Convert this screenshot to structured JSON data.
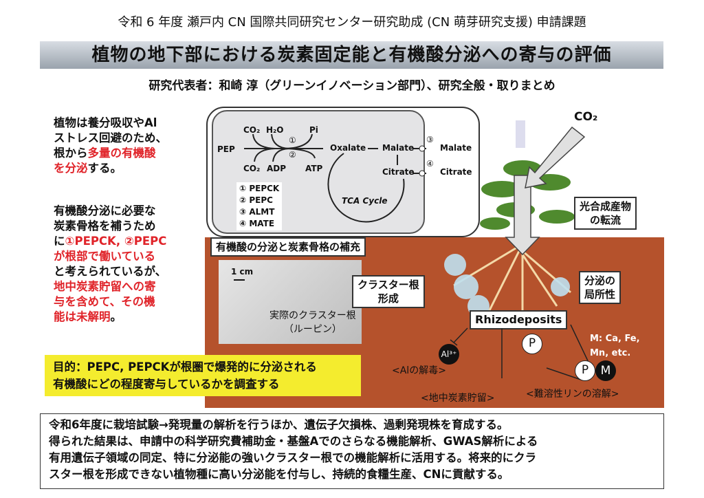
{
  "header": "令和 6 年度 瀬戸内 CN 国際共同研究センター研究助成 (CN 萌芽研究支援) 申請課題",
  "title": "植物の地下部における炭素固定能と有機酸分泌への寄与の評価",
  "subtitle": "研究代表者：和崎 淳（グリーンイノベーション部門）、研究全般・取りまとめ",
  "left": {
    "p1a": "植物は養分吸収やAl",
    "p1b": "ストレス回避のため、",
    "p1c": "根から",
    "p1d": "多量の有機酸",
    "p1e": "を分泌",
    "p1f": "する。",
    "p2a": "有機酸分泌に必要な",
    "p2b": "炭素骨格を補うため",
    "p2c": "に",
    "p2d": "①PEPCK, ②PEPC",
    "p2e": "が根部で働いている",
    "p2f": "と考えられているが、",
    "p2g": "地中炭素貯留への寄",
    "p2h": "与を含めて、その機",
    "p2i": "能は未解明",
    "p2j": "。"
  },
  "diagram": {
    "pep": "PEP",
    "co2a": "CO₂",
    "h2o": "H₂O",
    "pi": "Pi",
    "co2b": "CO₂",
    "adp": "ADP",
    "atp": "ATP",
    "n1": "①",
    "n2": "②",
    "n3": "③",
    "n4": "④",
    "oxalate": "Oxalate",
    "malate": "Malate",
    "citrate": "Citrate",
    "malate_out": "Malate",
    "citrate_out": "Citrate",
    "tca": "TCA Cycle",
    "legend": [
      "① PEPCK",
      "② PEPC",
      "③ ALMT",
      "④ MATE"
    ],
    "caption": "有機酸の分泌と炭素骨格の補充"
  },
  "photo": {
    "scale": "1 cm",
    "caption1": "実際のクラスター根",
    "caption2": "（ルーピン）"
  },
  "labels": {
    "co2": "CO₂",
    "photo_flow1": "光合成産物",
    "photo_flow2": "の転流",
    "cluster1": "クラスター根",
    "cluster2": "形成",
    "local1": "分泌の",
    "local2": "局所性",
    "rhizo": "Rhizodeposits",
    "metals1": "M: Ca, Fe,",
    "metals2": "Mn, etc.",
    "al": "Al³⁺",
    "p": "P",
    "m": "M",
    "al_detox": "<Alの解毒>",
    "carbon": "<地中炭素貯留>",
    "phos": "<難溶性リンの溶解>"
  },
  "goal": {
    "line1": "目的：PEPC, PEPCKが根圏で爆発的に分泌される",
    "line2": "有機酸にどの程度寄与しているかを調査する"
  },
  "bottom": [
    "令和6年度に栽培試験→発現量の解析を行うほか、遺伝子欠損株、過剰発現株を育成する。",
    "得られた結果は、申請中の科学研究費補助金・基盤Aでのさらなる機能解析、GWAS解析による",
    "有用遺伝子領域の同定、特に分泌能の強いクラスター根での機能解析に活用する。将来的にクラ",
    "スター根を形成できない植物種に高い分泌能を付与し、持続的食糧生産、CNに貢献する。"
  ]
}
